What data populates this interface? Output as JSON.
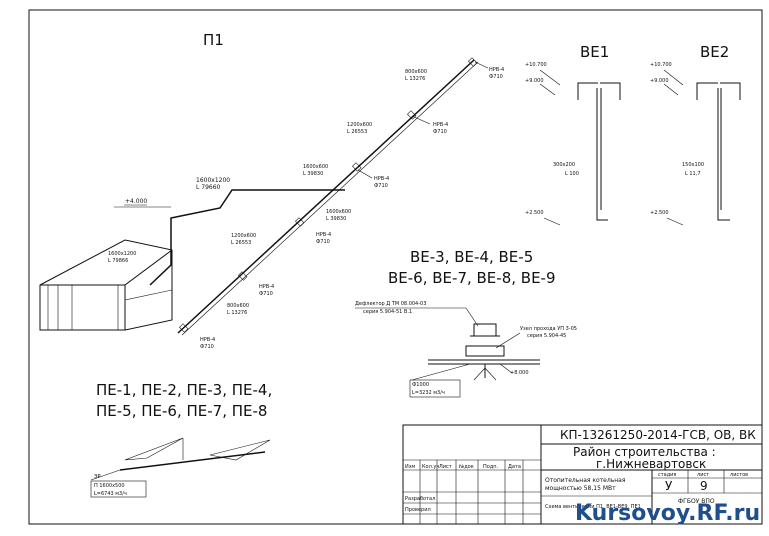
{
  "titles": {
    "p1": "П1",
    "be1": "ВЕ1",
    "be2": "ВЕ2",
    "be_group_1": "ВЕ-3, ВЕ-4, ВЕ-5",
    "be_group_2": "ВЕ-6, ВЕ-7, ВЕ-8, ВЕ-9",
    "pe_group_1": "ПЕ-1, ПЕ-2, ПЕ-3, ПЕ-4,",
    "pe_group_2": "ПЕ-5, ПЕ-6, ПЕ-7, ПЕ-8"
  },
  "p1_duct": {
    "elev": "+4.000",
    "seg_1600": "1600x1200",
    "seg_1600_l": "L 79660",
    "unit": "1600x1200",
    "unit_l": "L 79866",
    "upper": [
      {
        "size": "800x600",
        "len": "L 13276",
        "grille": "НРВ-4",
        "dia": "Ф710"
      },
      {
        "size": "1200x600",
        "len": "L 26553",
        "grille": "НРВ-4",
        "dia": "Ф710"
      },
      {
        "size": "1600x600",
        "len": "L 39830",
        "grille": "НРВ-4",
        "dia": "Ф710"
      }
    ],
    "lower": [
      {
        "size": "1600x600",
        "len": "L 39830",
        "grille": "НРВ-4",
        "dia": "Ф710"
      },
      {
        "size": "1200x600",
        "len": "L 26553",
        "grille": "НРВ-4",
        "dia": "Ф710"
      },
      {
        "size": "800x600",
        "len": "L 13276",
        "grille": "НРВ-4",
        "dia": "Ф710"
      }
    ]
  },
  "be1": {
    "top1": "+10.700",
    "top2": "+9.000",
    "size": "300x200",
    "len": "L 100",
    "bottom": "+2.500"
  },
  "be2": {
    "top1": "+10.700",
    "top2": "+9.000",
    "size": "150x100",
    "len": "L 11,7",
    "bottom": "+2.500"
  },
  "fan": {
    "deflector": "Дефлектор Д ТМ 08.004-03",
    "deflector_series": "серия 5.904-51 В.1",
    "node": "Узел прохода УП 3-05",
    "node_series": "серия 5.904-45",
    "level": "+8.000",
    "dia": "Ф1000",
    "flow": "L=3232 м3/ч"
  },
  "pe": {
    "label": "ЭР",
    "size": "П 1600х500",
    "flow": "L=6743 м3/ч"
  },
  "title_block": {
    "code": "КП-13261250-2014-ГСВ, ОВ, ВК",
    "region_1": "Район строительства :",
    "region_2": "г.Нижневартовск",
    "headers": [
      "Изм",
      "Кол.уч",
      "Лист",
      "№док",
      "Подп.",
      "Дата"
    ],
    "roles": [
      "Разработал",
      "Проверил"
    ],
    "object_1": "Отопительная котельная",
    "object_2": "мощностью 58,15 МВт",
    "sheet_text": "Схема вентиляции П1, ВЕ1-ВЕ9, ПЕ1",
    "stage_header": "стадия",
    "sheet_header": "лист",
    "sheets_header": "листов",
    "stage": "У",
    "sheet": "9",
    "org": "ФГБОУ ВПО",
    "watermark": "Kursovoy.RF.ru"
  }
}
